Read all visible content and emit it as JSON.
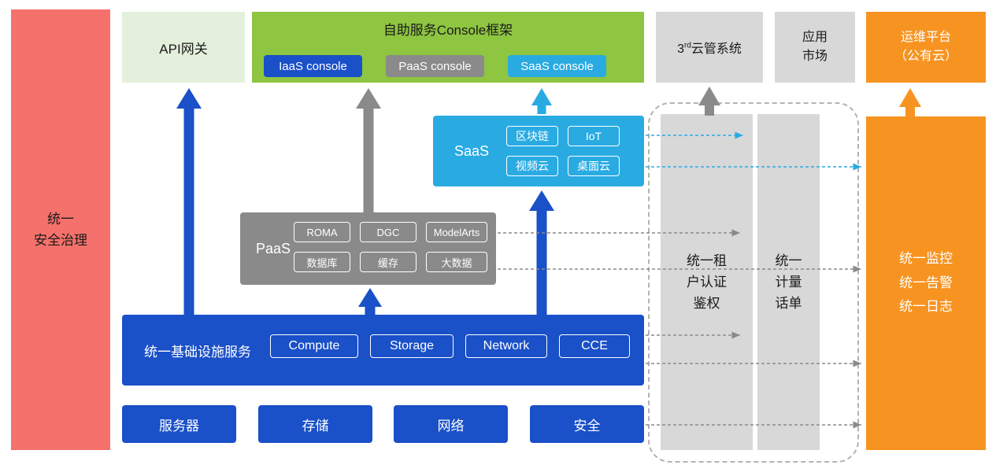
{
  "colors": {
    "blue": "#1A50C8",
    "green": "#8EC541",
    "light_green": "#E3F0DB",
    "cyan": "#29ABE2",
    "gray": "#8A8A8A",
    "light_gray": "#D8D8D8",
    "orange": "#F79421",
    "red": "#F5716B",
    "dashed_border": "#B3B3B3"
  },
  "security": {
    "label": "统一\n安全治理"
  },
  "api_gateway": {
    "label": "API网关"
  },
  "console": {
    "title": "自助服务Console框架",
    "iaas": "IaaS console",
    "paas": "PaaS console",
    "saas": "SaaS console"
  },
  "third_mgmt": {
    "base": "3",
    "sup": "rd",
    "rest": "云管系统"
  },
  "app_market": {
    "label": "应用\n市场"
  },
  "om_platform": {
    "label": "运维平台\n（公有云）"
  },
  "saas": {
    "label": "SaaS",
    "chips": [
      "区块链",
      "IoT",
      "视频云",
      "桌面云"
    ]
  },
  "paas": {
    "label": "PaaS",
    "chips": [
      "ROMA",
      "DGC",
      "ModelArts",
      "数据库",
      "缓存",
      "大数据"
    ]
  },
  "infra": {
    "label": "统一基础设施服务",
    "chips": [
      "Compute",
      "Storage",
      "Network",
      "CCE"
    ]
  },
  "bottom": {
    "items": [
      "服务器",
      "存储",
      "网络",
      "安全"
    ]
  },
  "auth": {
    "label": "统一租\n户认证\n鉴权"
  },
  "billing": {
    "label": "统一\n计量\n话单"
  },
  "monitor": {
    "label": "统一监控\n统一告警\n统一日志"
  }
}
